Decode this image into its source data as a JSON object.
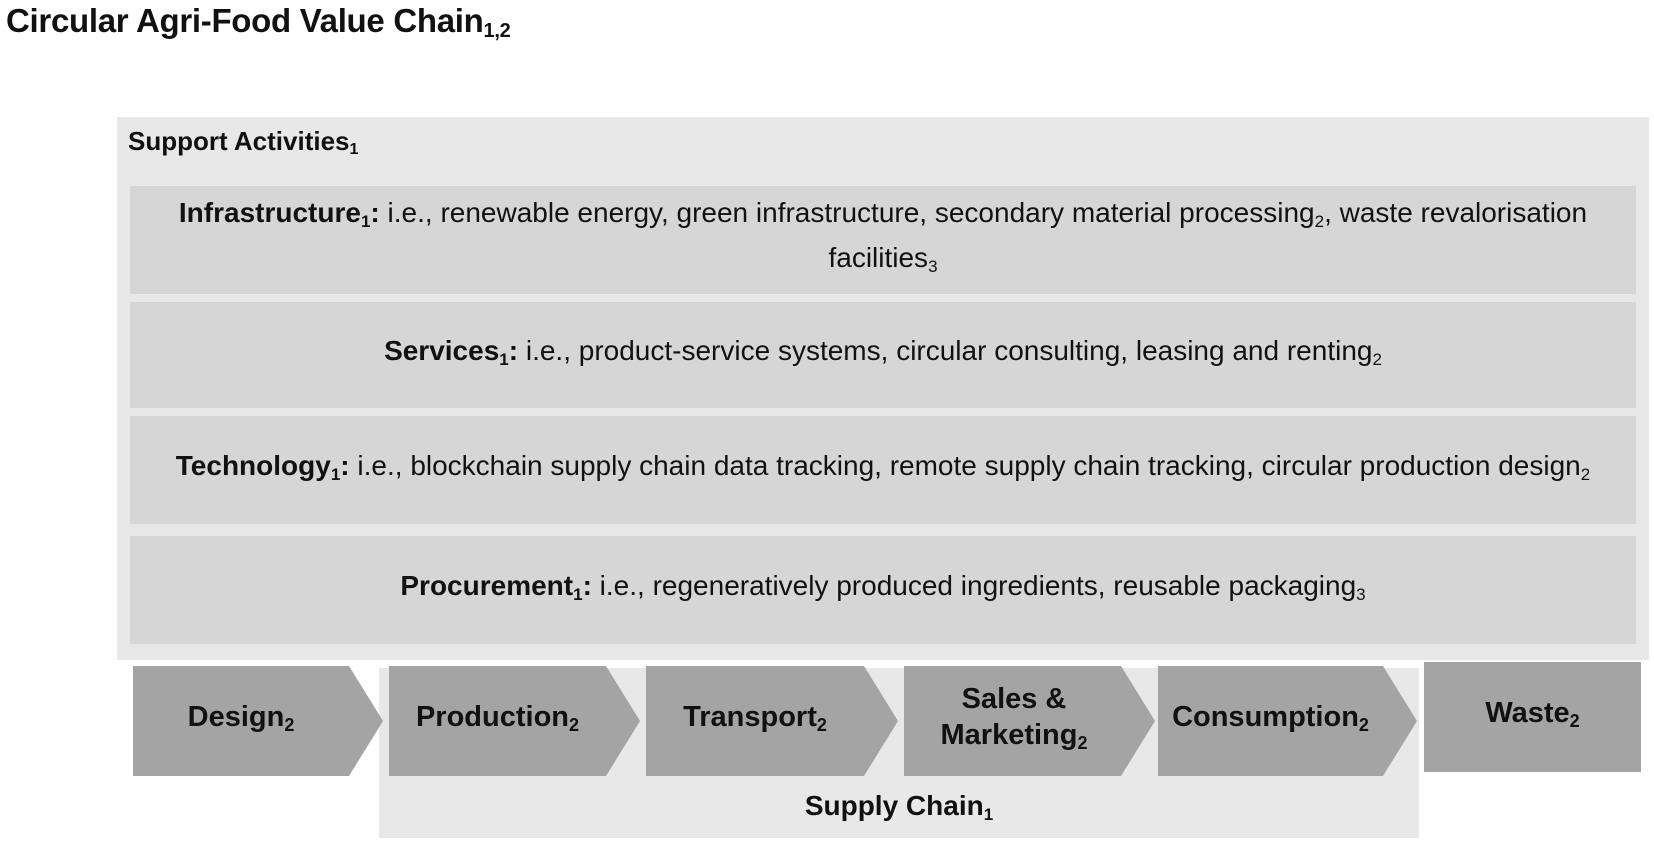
{
  "title": {
    "text": "Circular Agri-Food Value Chain",
    "sub": "1,2"
  },
  "support": {
    "label": "Support Activities",
    "label_sub": "1",
    "rows": [
      {
        "label": "Infrastructure",
        "label_sub": "1",
        "colon": ":",
        "text_a": " i.e., renewable energy, green infrastructure, secondary material processing",
        "sub_a": "2",
        "text_b": ", waste revalorisation facilities",
        "sub_b": "3"
      },
      {
        "label": "Services",
        "label_sub": "1",
        "colon": ":",
        "text_a": " i.e., product-service systems, circular consulting, leasing and renting",
        "sub_a": "2",
        "text_b": "",
        "sub_b": ""
      },
      {
        "label": "Technology",
        "label_sub": "1",
        "colon": ":",
        "text_a": " i.e., blockchain supply chain data tracking, remote supply chain tracking, circular production design",
        "sub_a": "2",
        "text_b": "",
        "sub_b": ""
      },
      {
        "label": "Procurement",
        "label_sub": "1",
        "colon": ":",
        "text_a": " i.e., regeneratively produced ingredients, reusable packaging",
        "sub_a": "3",
        "text_b": "",
        "sub_b": ""
      }
    ]
  },
  "stages": [
    {
      "label": "Design",
      "sub": "2"
    },
    {
      "label": "Production",
      "sub": "2"
    },
    {
      "label": "Transport",
      "sub": "2"
    },
    {
      "label": "Sales & Marketing",
      "sub": "2"
    },
    {
      "label": "Consumption",
      "sub": "2"
    },
    {
      "label": "Waste",
      "sub": "2"
    }
  ],
  "supply_chain": {
    "label": "Supply Chain",
    "sub": "1"
  },
  "colors": {
    "outer_panel": "#e8e8e8",
    "row_fill": "#d6d6d6",
    "stage_fill": "#a4a4a4"
  }
}
